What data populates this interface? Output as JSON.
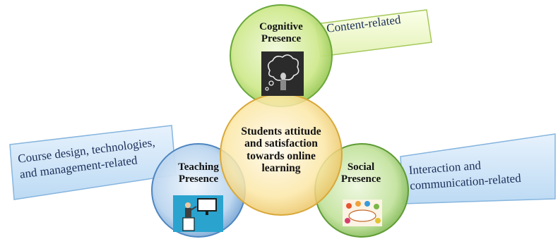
{
  "center": {
    "label": "Students attitude\nand satisfaction\ntowards online\nlearning"
  },
  "cognitive": {
    "label": "Cognitive\nPresence",
    "note": "Content-related",
    "image": "thought-cloud-chalkboard",
    "color": "#c6e37c"
  },
  "teaching": {
    "label": "Teaching\nPresence",
    "note": "Course design, technologies,\nand management-related",
    "image": "presenter-at-podium",
    "color": "#9ec3e6"
  },
  "social": {
    "label": "Social\nPresence",
    "note": "Interaction and\ncommunication-related",
    "image": "people-at-table",
    "color": "#b6df8a"
  },
  "center_color": "#f6dc82"
}
